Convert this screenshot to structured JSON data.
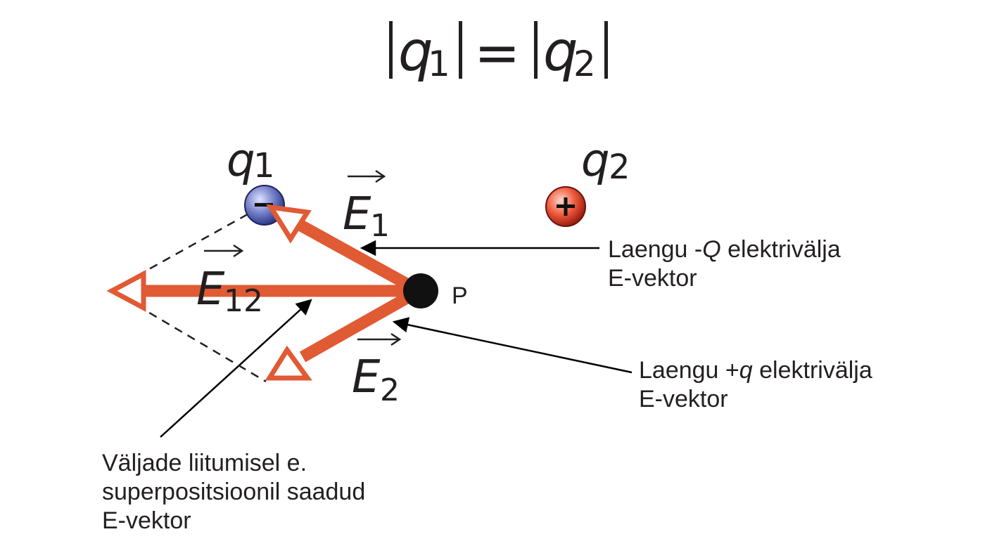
{
  "equation": {
    "left_var": "q",
    "left_sub": "1",
    "equals": "=",
    "right_var": "q",
    "right_sub": "2"
  },
  "charges": {
    "q1": {
      "var": "q",
      "sub": "1",
      "sign": "−",
      "color": "#5563b0"
    },
    "q2": {
      "var": "q",
      "sub": "2",
      "sign": "+",
      "color": "#e8503a"
    }
  },
  "point": {
    "label": "P"
  },
  "vectors": {
    "E1": {
      "letter": "E",
      "sub": "1"
    },
    "E2": {
      "letter": "E",
      "sub": "2"
    },
    "E12": {
      "letter": "E",
      "sub": "12"
    },
    "color": "#e05a34"
  },
  "annotations": {
    "neg_field": {
      "line1_pre": "Laengu -",
      "line1_var": "Q",
      "line1_post": " elektrivälja",
      "line2": "E-vektor"
    },
    "pos_field": {
      "line1_pre": "Laengu +",
      "line1_var": "q",
      "line1_post": " elektrivälja",
      "line2": "E-vektor"
    },
    "superposition": {
      "line1": "Väljade liitumisel e.",
      "line2": "superpositsioonil saadud",
      "line3": "E-vektor"
    }
  }
}
